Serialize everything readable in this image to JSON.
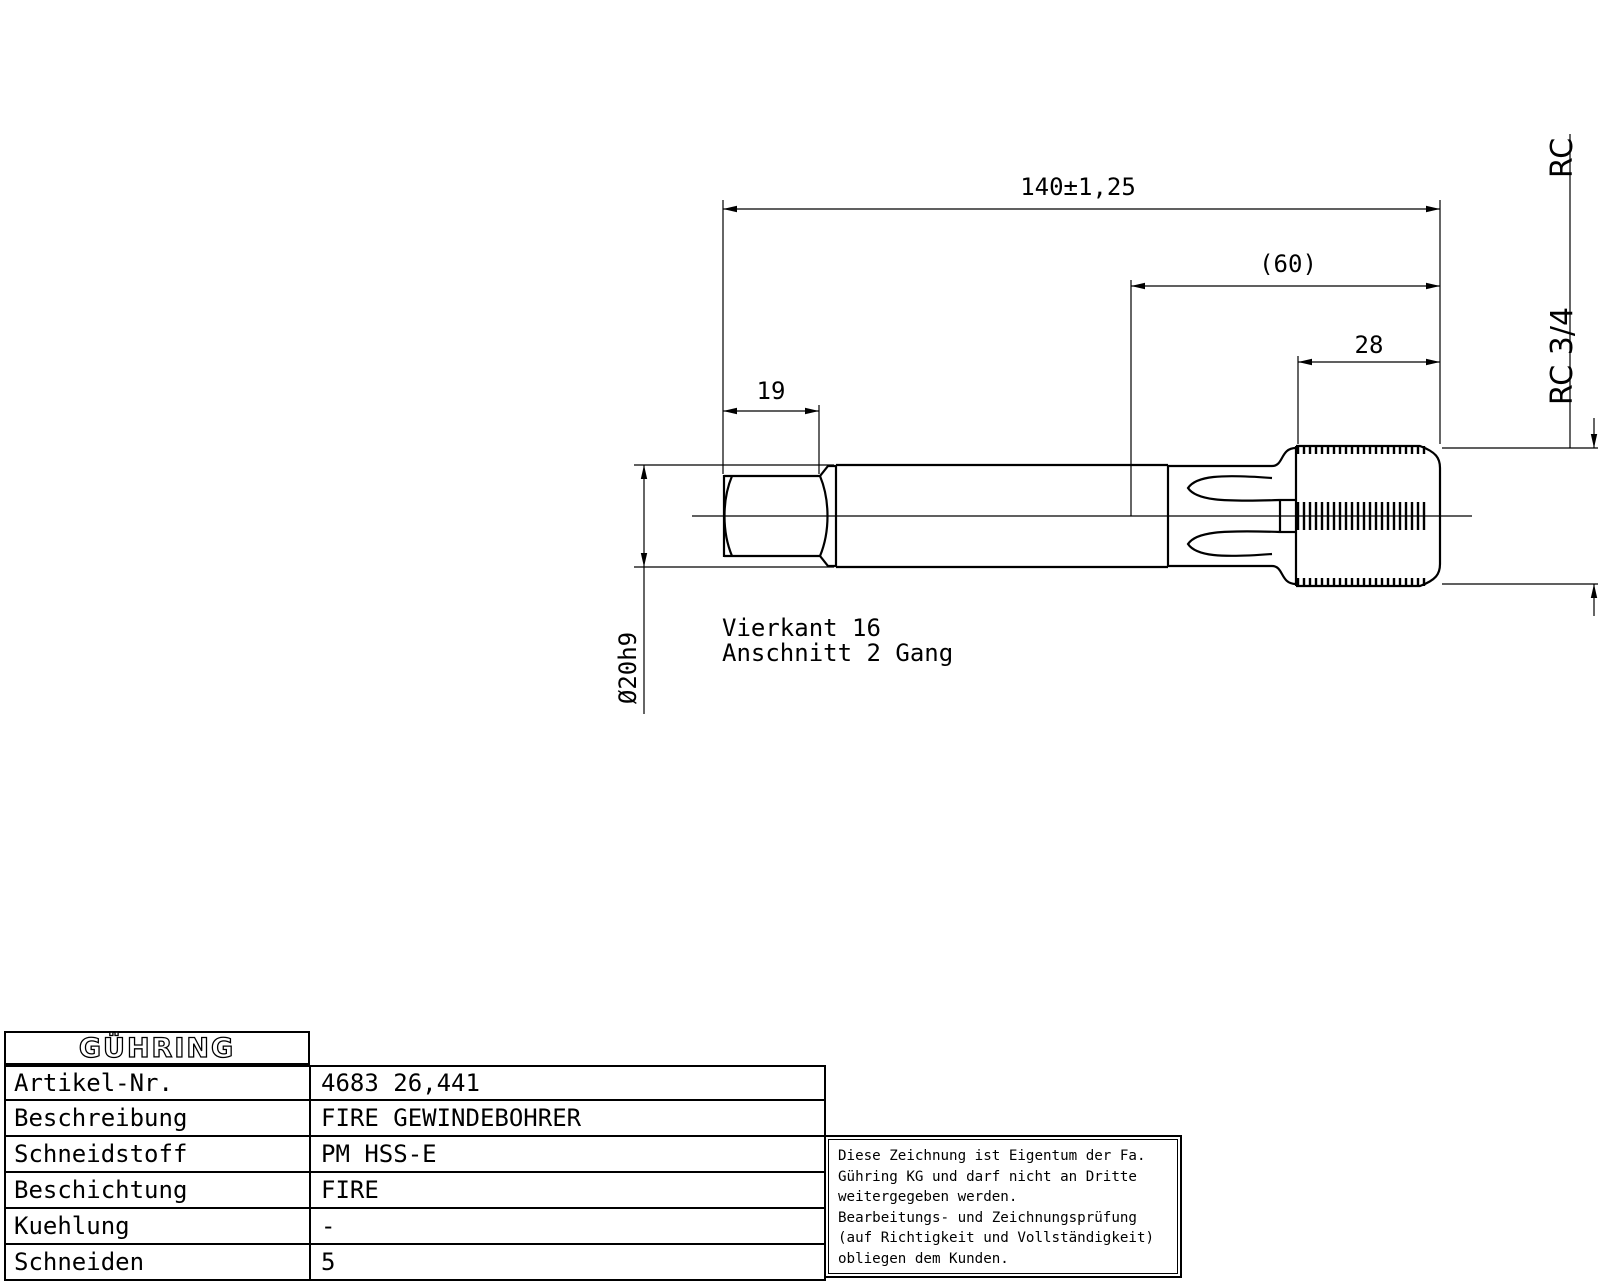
{
  "drawing": {
    "dimensions": {
      "overall_length": "140±1,25",
      "thread_region": "(60)",
      "thread_length": "28",
      "square_length": "19",
      "shank_diameter": "Ø20h9"
    },
    "thread_label_top": "RC",
    "thread_label_side": "RC 3/4",
    "notes": {
      "line1": "Vierkant 16",
      "line2": "Anschnitt 2 Gang"
    }
  },
  "title_block": {
    "logo_text": "GÜHRING",
    "rows": [
      {
        "label": "Artikel-Nr.",
        "value": "4683 26,441"
      },
      {
        "label": "Beschreibung",
        "value": "FIRE GEWINDEBOHRER"
      },
      {
        "label": "Schneidstoff",
        "value": "PM HSS-E"
      },
      {
        "label": "Beschichtung",
        "value": "FIRE"
      },
      {
        "label": "Kuehlung",
        "value": "-"
      },
      {
        "label": "Schneiden",
        "value": "5"
      }
    ]
  },
  "disclaimer": {
    "text": "Diese Zeichnung ist Eigentum der Fa.\nGühring KG und darf nicht an Dritte\nweitergegeben werden.\nBearbeitungs- und Zeichnungsprüfung\n(auf Richtigkeit und Vollständigkeit)\nobliegen dem Kunden."
  }
}
